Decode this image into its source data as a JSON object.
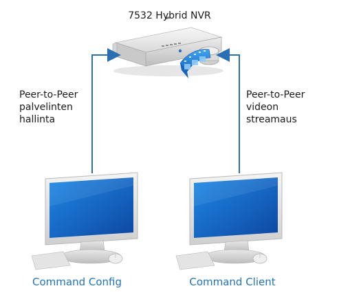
{
  "nvr": {
    "title": "7532 Hybrid NVR"
  },
  "left_link": {
    "lines": [
      "Peer-to-Peer",
      "palvelinten",
      "hallinta"
    ]
  },
  "right_link": {
    "lines": [
      "Peer-to-Peer",
      "videon",
      "streamaus"
    ]
  },
  "computers": {
    "left_label": "Command Config",
    "right_label": "Command Client"
  },
  "colors": {
    "arrow": "#2b6fb3",
    "screen": "#1565c0",
    "label_blue": "#1f73b7"
  }
}
